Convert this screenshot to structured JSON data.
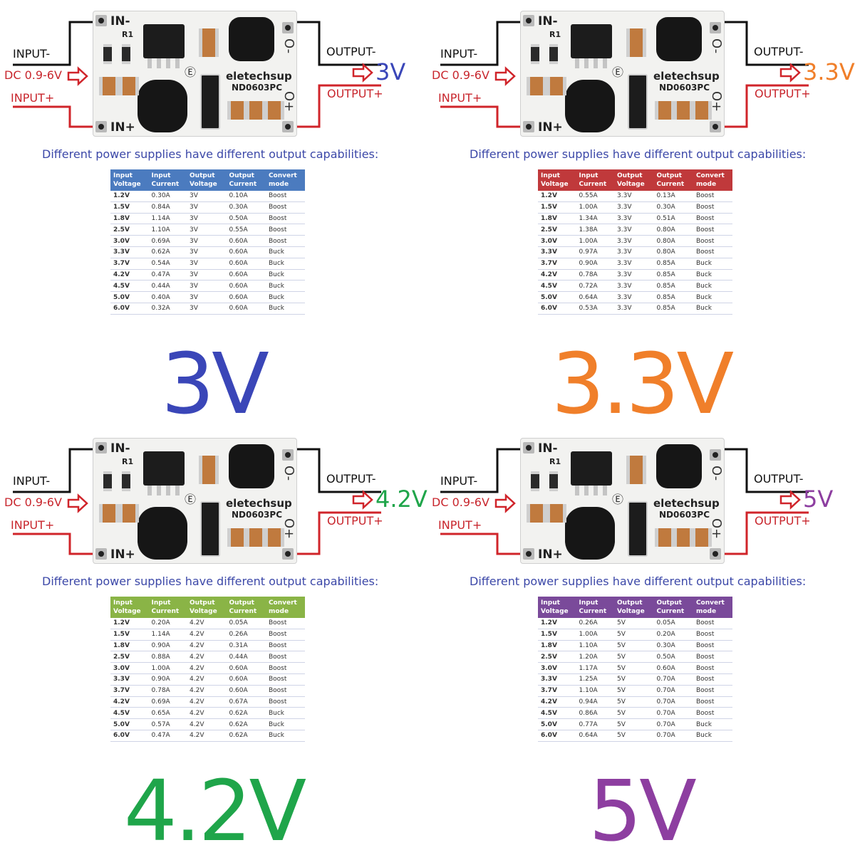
{
  "labels": {
    "in_minus": "IN-",
    "in_plus": "IN+",
    "out_minus_symbol": "O-",
    "out_plus_symbol": "O+",
    "r1": "R1",
    "input_minus": "INPUT-",
    "input_plus": "INPUT+",
    "dc_range": "DC 0.9-6V",
    "output_minus": "OUTPUT-",
    "output_plus": "OUTPUT+",
    "brand": "eletechsup",
    "model": "ND0603PC",
    "caption": "Different power supplies have different output capabilities:"
  },
  "headers": [
    "Input Voltage",
    "Input Current",
    "Output Voltage",
    "Output Current",
    "Convert mode"
  ],
  "colors": {
    "black_wire": "#111111",
    "red_wire": "#d0242a",
    "red_text": "#c8262d"
  },
  "panels": [
    {
      "output": "3V",
      "color": "#3a46b8",
      "header_color": "#4b7bbf",
      "rows": [
        [
          "1.2V",
          "0.30A",
          "3V",
          "0.10A",
          "Boost"
        ],
        [
          "1.5V",
          "0.84A",
          "3V",
          "0.30A",
          "Boost"
        ],
        [
          "1.8V",
          "1.14A",
          "3V",
          "0.50A",
          "Boost"
        ],
        [
          "2.5V",
          "1.10A",
          "3V",
          "0.55A",
          "Boost"
        ],
        [
          "3.0V",
          "0.69A",
          "3V",
          "0.60A",
          "Boost"
        ],
        [
          "3.3V",
          "0.62A",
          "3V",
          "0.60A",
          "Buck"
        ],
        [
          "3.7V",
          "0.54A",
          "3V",
          "0.60A",
          "Buck"
        ],
        [
          "4.2V",
          "0.47A",
          "3V",
          "0.60A",
          "Buck"
        ],
        [
          "4.5V",
          "0.44A",
          "3V",
          "0.60A",
          "Buck"
        ],
        [
          "5.0V",
          "0.40A",
          "3V",
          "0.60A",
          "Buck"
        ],
        [
          "6.0V",
          "0.32A",
          "3V",
          "0.60A",
          "Buck"
        ]
      ]
    },
    {
      "output": "3.3V",
      "color": "#f07f2a",
      "header_color": "#c0393b",
      "rows": [
        [
          "1.2V",
          "0.55A",
          "3.3V",
          "0.13A",
          "Boost"
        ],
        [
          "1.5V",
          "1.00A",
          "3.3V",
          "0.30A",
          "Boost"
        ],
        [
          "1.8V",
          "1.34A",
          "3.3V",
          "0.51A",
          "Boost"
        ],
        [
          "2.5V",
          "1.38A",
          "3.3V",
          "0.80A",
          "Boost"
        ],
        [
          "3.0V",
          "1.00A",
          "3.3V",
          "0.80A",
          "Boost"
        ],
        [
          "3.3V",
          "0.97A",
          "3.3V",
          "0.80A",
          "Boost"
        ],
        [
          "3.7V",
          "0.90A",
          "3.3V",
          "0.85A",
          "Buck"
        ],
        [
          "4.2V",
          "0.78A",
          "3.3V",
          "0.85A",
          "Buck"
        ],
        [
          "4.5V",
          "0.72A",
          "3.3V",
          "0.85A",
          "Buck"
        ],
        [
          "5.0V",
          "0.64A",
          "3.3V",
          "0.85A",
          "Buck"
        ],
        [
          "6.0V",
          "0.53A",
          "3.3V",
          "0.85A",
          "Buck"
        ]
      ]
    },
    {
      "output": "4.2V",
      "color": "#1fa54a",
      "header_color": "#8ab446",
      "rows": [
        [
          "1.2V",
          "0.20A",
          "4.2V",
          "0.05A",
          "Boost"
        ],
        [
          "1.5V",
          "1.14A",
          "4.2V",
          "0.26A",
          "Boost"
        ],
        [
          "1.8V",
          "0.90A",
          "4.2V",
          "0.31A",
          "Boost"
        ],
        [
          "2.5V",
          "0.88A",
          "4.2V",
          "0.44A",
          "Boost"
        ],
        [
          "3.0V",
          "1.00A",
          "4.2V",
          "0.60A",
          "Boost"
        ],
        [
          "3.3V",
          "0.90A",
          "4.2V",
          "0.60A",
          "Boost"
        ],
        [
          "3.7V",
          "0.78A",
          "4.2V",
          "0.60A",
          "Boost"
        ],
        [
          "4.2V",
          "0.69A",
          "4.2V",
          "0.67A",
          "Boost"
        ],
        [
          "4.5V",
          "0.65A",
          "4.2V",
          "0.62A",
          "Buck"
        ],
        [
          "5.0V",
          "0.57A",
          "4.2V",
          "0.62A",
          "Buck"
        ],
        [
          "6.0V",
          "0.47A",
          "4.2V",
          "0.62A",
          "Buck"
        ]
      ]
    },
    {
      "output": "5V",
      "color": "#8d3ea0",
      "header_color": "#7a4a9a",
      "rows": [
        [
          "1.2V",
          "0.26A",
          "5V",
          "0.05A",
          "Boost"
        ],
        [
          "1.5V",
          "1.00A",
          "5V",
          "0.20A",
          "Boost"
        ],
        [
          "1.8V",
          "1.10A",
          "5V",
          "0.30A",
          "Boost"
        ],
        [
          "2.5V",
          "1.20A",
          "5V",
          "0.50A",
          "Boost"
        ],
        [
          "3.0V",
          "1.17A",
          "5V",
          "0.60A",
          "Boost"
        ],
        [
          "3.3V",
          "1.25A",
          "5V",
          "0.70A",
          "Boost"
        ],
        [
          "3.7V",
          "1.10A",
          "5V",
          "0.70A",
          "Boost"
        ],
        [
          "4.2V",
          "0.94A",
          "5V",
          "0.70A",
          "Boost"
        ],
        [
          "4.5V",
          "0.86A",
          "5V",
          "0.70A",
          "Boost"
        ],
        [
          "5.0V",
          "0.77A",
          "5V",
          "0.70A",
          "Buck"
        ],
        [
          "6.0V",
          "0.64A",
          "5V",
          "0.70A",
          "Buck"
        ]
      ]
    }
  ]
}
